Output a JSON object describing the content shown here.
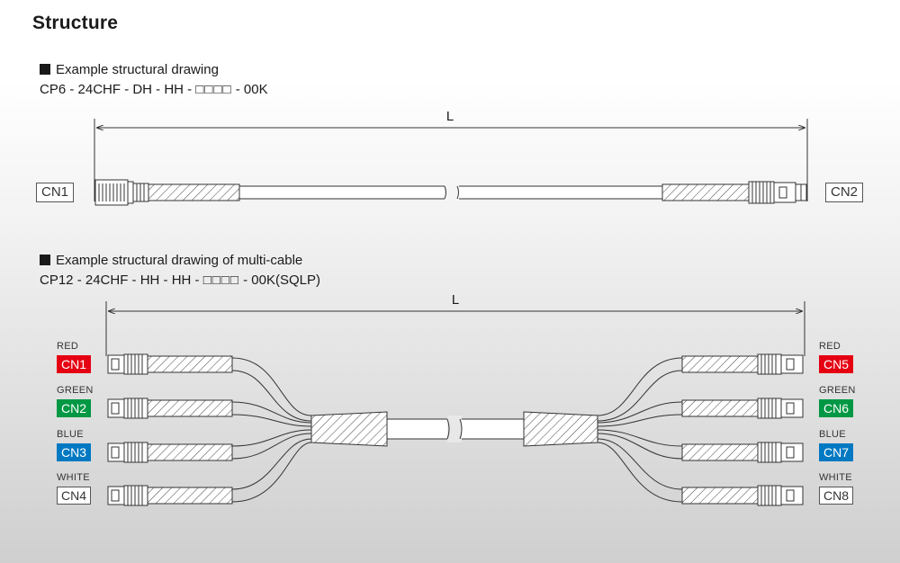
{
  "section_title": "Structure",
  "drawing1": {
    "heading": "Example structural drawing",
    "model_prefix": "CP6 - 24CHF - DH - HH - ",
    "model_boxes": "□□□□",
    "model_suffix": " - 00K",
    "length_label": "L",
    "left_connector": "CN1",
    "right_connector": "CN2"
  },
  "drawing2": {
    "heading": "Example structural drawing of multi-cable",
    "model_prefix": "CP12 - 24CHF - HH - HH - ",
    "model_boxes": "□□□□",
    "model_suffix": " - 00K(SQLP)",
    "length_label": "L",
    "left": [
      {
        "color_name": "RED",
        "connector": "CN1"
      },
      {
        "color_name": "GREEN",
        "connector": "CN2"
      },
      {
        "color_name": "BLUE",
        "connector": "CN3"
      },
      {
        "color_name": "WHITE",
        "connector": "CN4"
      }
    ],
    "right": [
      {
        "color_name": "RED",
        "connector": "CN5"
      },
      {
        "color_name": "GREEN",
        "connector": "CN6"
      },
      {
        "color_name": "BLUE",
        "connector": "CN7"
      },
      {
        "color_name": "WHITE",
        "connector": "CN8"
      }
    ]
  },
  "colors": {
    "red": "#e50012",
    "green": "#009844",
    "blue": "#0079c2",
    "white": "#ffffff",
    "line": "#333333"
  }
}
